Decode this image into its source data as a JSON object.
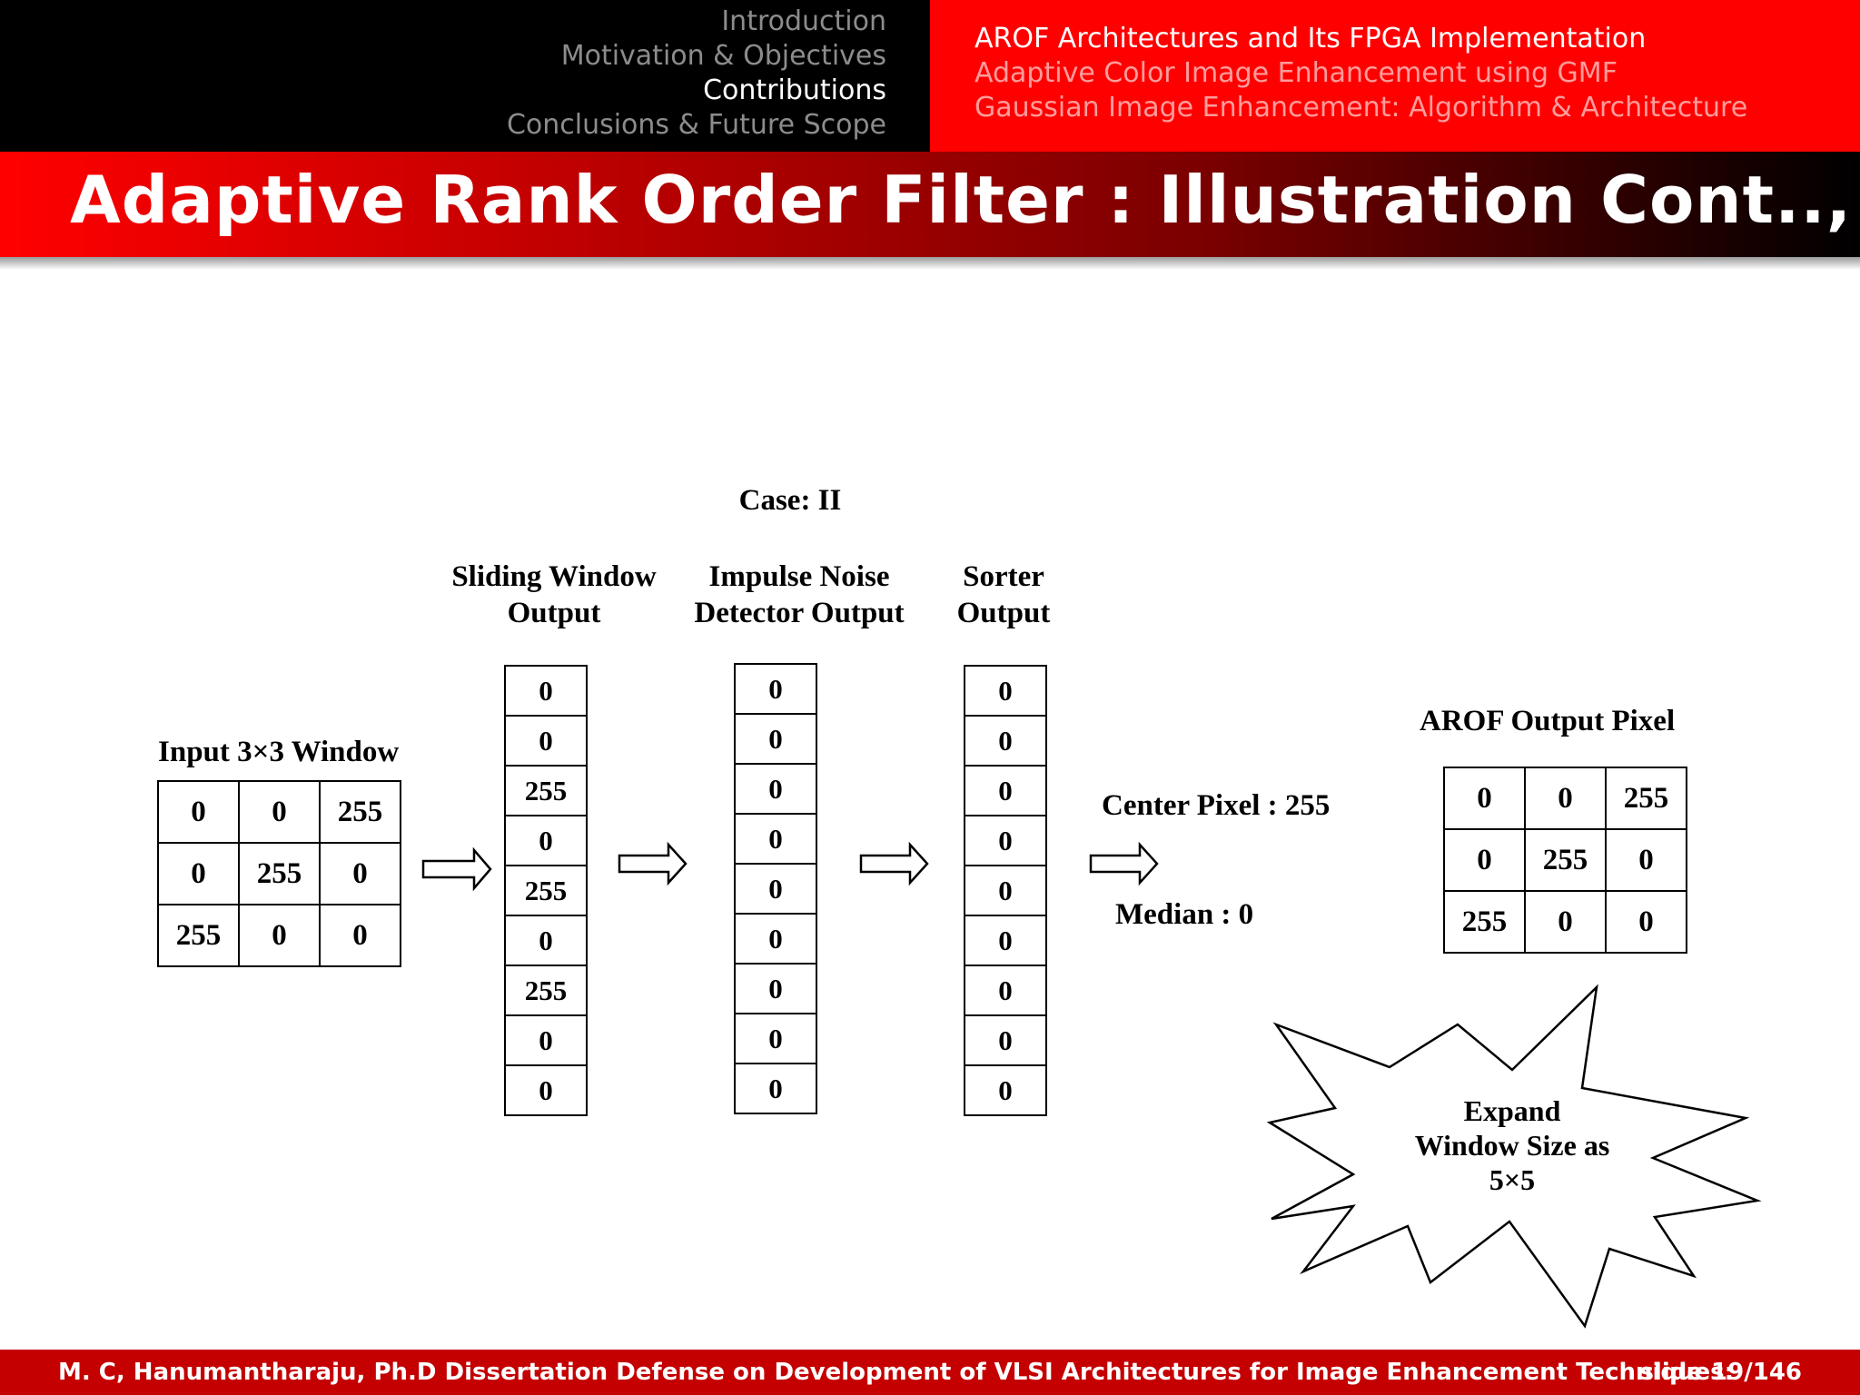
{
  "nav": {
    "sections": [
      "Introduction",
      "Motivation & Objectives",
      "Contributions",
      "Conclusions & Future Scope"
    ],
    "subsections": [
      "AROF Architectures and Its FPGA Implementation",
      "Adaptive Color Image Enhancement using GMF",
      "Gaussian Image Enhancement: Algorithm & Architecture"
    ]
  },
  "slide": {
    "title": "Adaptive Rank Order Filter : Illustration Cont..,"
  },
  "diagram": {
    "case_label": "Case: II",
    "input_label": "Input 3×3 Window",
    "input_grid": [
      [
        "0",
        "0",
        "255"
      ],
      [
        "0",
        "255",
        "0"
      ],
      [
        "255",
        "0",
        "0"
      ]
    ],
    "sliding_label_1": "Sliding Window",
    "sliding_label_2": "Output",
    "sliding_values": [
      "0",
      "0",
      "255",
      "0",
      "255",
      "0",
      "255",
      "0",
      "0"
    ],
    "impulse_label_1": "Impulse Noise",
    "impulse_label_2": "Detector Output",
    "impulse_values": [
      "0",
      "0",
      "0",
      "0",
      "0",
      "0",
      "0",
      "0",
      "0"
    ],
    "sorter_label_1": "Sorter",
    "sorter_label_2": "Output",
    "sorter_values": [
      "0",
      "0",
      "0",
      "0",
      "0",
      "0",
      "0",
      "0",
      "0"
    ],
    "center_pixel": "Center Pixel : 255",
    "median": "Median : 0",
    "output_label": "AROF Output Pixel",
    "output_grid": [
      [
        "0",
        "0",
        "255"
      ],
      [
        "0",
        "255",
        "0"
      ],
      [
        "255",
        "0",
        "0"
      ]
    ],
    "burst_line_1": "Expand",
    "burst_line_2": "Window Size as",
    "burst_line_3": "5×5"
  },
  "footer": {
    "text": "M. C, Hanumantharaju, Ph.D Dissertation Defense on Development of VLSI Architectures for Image Enhancement Techniques:",
    "slide_number": "slide 19/146"
  }
}
